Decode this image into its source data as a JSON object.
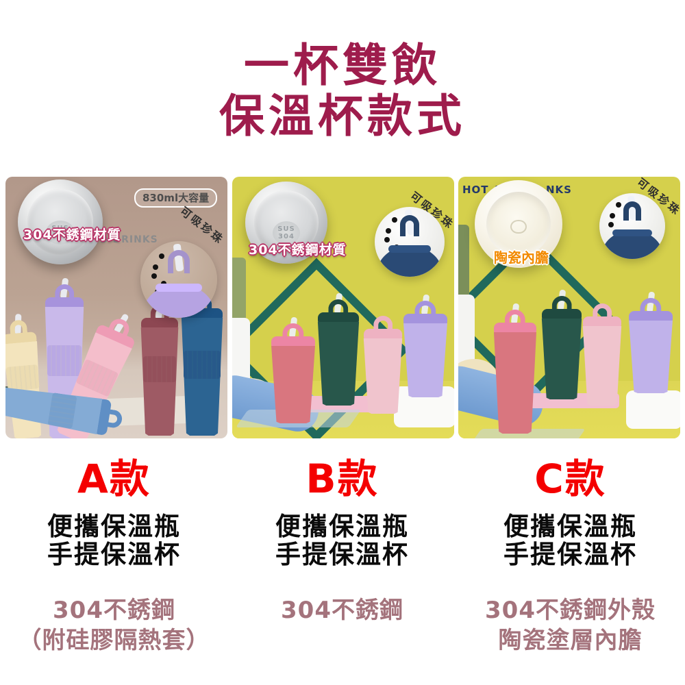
{
  "header": {
    "title_line1": "一杯雙飲",
    "title_line2": "保溫杯款式"
  },
  "panels": {
    "a": {
      "badge": "830ml大容量",
      "material": "304不銹鋼材質",
      "drinks": "D DRINKS",
      "pearl": "可吸珍珠",
      "sus_line1": "SUS",
      "sus_line2": "304"
    },
    "b": {
      "material": "304不銹鋼材質",
      "pearl": "可吸珍珠",
      "sus_line1": "SUS",
      "sus_line2": "304"
    },
    "c": {
      "hot_left": "HOT AN",
      "hot_right": "NKS",
      "pearl": "可吸珍珠",
      "ceramic": "陶瓷內膽"
    }
  },
  "columns": [
    {
      "model": "A款",
      "desc1": "便攜保溫瓶",
      "desc2": "手提保溫杯",
      "spec1": "304不銹鋼",
      "spec2": "（附硅膠隔熱套）"
    },
    {
      "model": "B款",
      "desc1": "便攜保溫瓶",
      "desc2": "手提保溫杯",
      "spec1": "304不銹鋼",
      "spec2": ""
    },
    {
      "model": "C款",
      "desc1": "便攜保溫瓶",
      "desc2": "手提保溫杯",
      "spec1": "304不銹鋼外殼",
      "spec2": "陶瓷塗層內膽"
    }
  ],
  "palette": {
    "title": "#9e1c4c",
    "model_red": "#f40000",
    "desc_black": "#0b0b0b",
    "spec_mauve": "#a4737c",
    "panel_a_bg": "#bba393",
    "panel_bc_bg": "#d5d04c",
    "diamond_teal": "#20695c",
    "label_outline": "#b93467",
    "ceramic_orange": "#f28a00",
    "hot_navy": "#23386b"
  }
}
